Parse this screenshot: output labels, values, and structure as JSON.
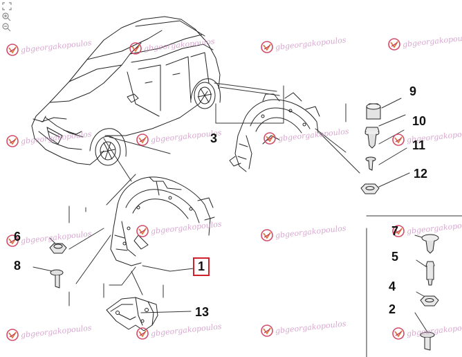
{
  "toolbar": {
    "tools": [
      {
        "name": "fullscreen-icon"
      },
      {
        "name": "zoom-in-icon"
      },
      {
        "name": "zoom-out-icon"
      }
    ]
  },
  "diagram": {
    "callouts": [
      {
        "id": "c1",
        "label": "1",
        "selected": true
      },
      {
        "id": "c2",
        "label": "2"
      },
      {
        "id": "c3",
        "label": "3"
      },
      {
        "id": "c4",
        "label": "4"
      },
      {
        "id": "c5",
        "label": "5"
      },
      {
        "id": "c6",
        "label": "6"
      },
      {
        "id": "c7",
        "label": "7"
      },
      {
        "id": "c8",
        "label": "8"
      },
      {
        "id": "c9",
        "label": "9"
      },
      {
        "id": "c10",
        "label": "10"
      },
      {
        "id": "c11",
        "label": "11"
      },
      {
        "id": "c12",
        "label": "12"
      },
      {
        "id": "c13",
        "label": "13"
      }
    ],
    "highlight_color": "#d0202a"
  },
  "watermark": {
    "text": "gbgeorgakopoulos",
    "color": "#c98bbf"
  }
}
